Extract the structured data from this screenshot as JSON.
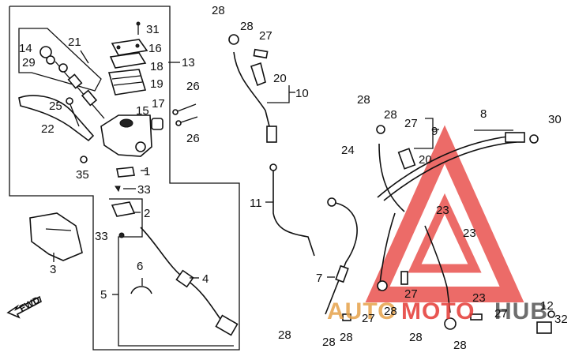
{
  "watermark": {
    "auto": "AUTO",
    "moto": "MOTO",
    "hub": "HUB",
    "triangle_color": "#e53935",
    "auto_color": "#e6a24a",
    "hub_color": "#555555"
  },
  "fwd_label": "FWD",
  "callouts": {
    "c1": "1",
    "c2": "2",
    "c3": "3",
    "c4": "4",
    "c5": "5",
    "c6": "6",
    "c7": "7",
    "c8": "8",
    "c9": "9",
    "c10": "10",
    "c11": "11",
    "c12": "12",
    "c13": "13",
    "c14": "14",
    "c15": "15",
    "c16": "16",
    "c17": "17",
    "c18": "18",
    "c19": "19",
    "c20a": "20",
    "c20b": "20",
    "c21": "21",
    "c22": "22",
    "c23a": "23",
    "c23b": "23",
    "c23c": "23",
    "c24": "24",
    "c25": "25",
    "c26a": "26",
    "c26b": "26",
    "c27a": "27",
    "c27b": "27",
    "c27c": "27",
    "c27d": "27",
    "c27e": "27",
    "c28a": "28",
    "c28b": "28",
    "c28c": "28",
    "c28d": "28",
    "c28e": "28",
    "c28f": "28",
    "c28g": "28",
    "c28h": "28",
    "c28i": "28",
    "c28j": "28",
    "c29": "29",
    "c30": "30",
    "c31": "31",
    "c32": "32",
    "c33a": "33",
    "c33b": "33",
    "c35": "35"
  }
}
